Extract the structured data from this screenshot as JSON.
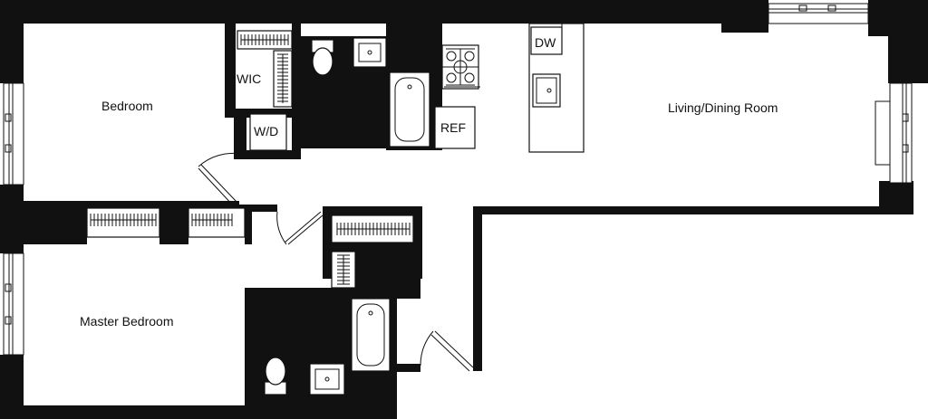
{
  "rooms": {
    "bedroom": "Bedroom",
    "master_bedroom": "Master Bedroom",
    "living_dining": "Living/Dining Room"
  },
  "fixtures": {
    "walk_in_closet": "WIC",
    "washer_dryer": "W/D",
    "refrigerator": "REF",
    "dishwasher": "DW"
  }
}
